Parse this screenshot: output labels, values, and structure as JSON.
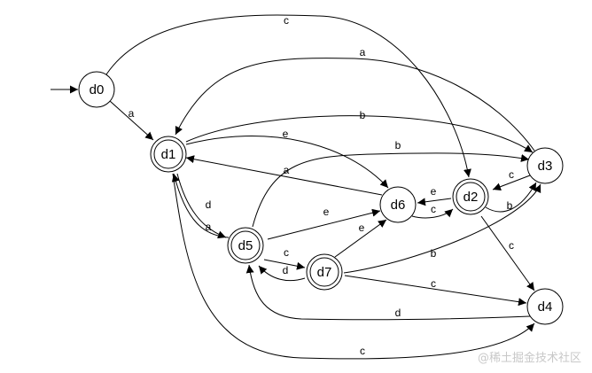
{
  "states": [
    {
      "id": "d0",
      "label": "d0",
      "accepting": false,
      "start": true
    },
    {
      "id": "d1",
      "label": "d1",
      "accepting": true,
      "start": false
    },
    {
      "id": "d2",
      "label": "d2",
      "accepting": true,
      "start": false
    },
    {
      "id": "d3",
      "label": "d3",
      "accepting": false,
      "start": false
    },
    {
      "id": "d4",
      "label": "d4",
      "accepting": false,
      "start": false
    },
    {
      "id": "d5",
      "label": "d5",
      "accepting": true,
      "start": false
    },
    {
      "id": "d6",
      "label": "d6",
      "accepting": false,
      "start": false
    },
    {
      "id": "d7",
      "label": "d7",
      "accepting": true,
      "start": false
    }
  ],
  "transitions": [
    {
      "from": "d0",
      "to": "d2",
      "label": "c"
    },
    {
      "from": "d0",
      "to": "d1",
      "label": "a"
    },
    {
      "from": "d3",
      "to": "d1",
      "label": "a"
    },
    {
      "from": "d1",
      "to": "d3",
      "label": "b"
    },
    {
      "from": "d1",
      "to": "d6",
      "label": "e"
    },
    {
      "from": "d5",
      "to": "d3",
      "label": "b"
    },
    {
      "from": "d6",
      "to": "d1",
      "label": "a"
    },
    {
      "from": "d3",
      "to": "d2",
      "label": "c"
    },
    {
      "from": "d2",
      "to": "d6",
      "label": "e"
    },
    {
      "from": "d6",
      "to": "d2",
      "label": "c"
    },
    {
      "from": "d2",
      "to": "d3",
      "label": "b"
    },
    {
      "from": "d1",
      "to": "d5",
      "label": "d"
    },
    {
      "from": "d5",
      "to": "d1",
      "label": "a"
    },
    {
      "from": "d5",
      "to": "d6",
      "label": "e"
    },
    {
      "from": "d2",
      "to": "d4",
      "label": "c"
    },
    {
      "from": "d5",
      "to": "d7",
      "label": "c"
    },
    {
      "from": "d7",
      "to": "d5",
      "label": "d"
    },
    {
      "from": "d7",
      "to": "d6",
      "label": "e"
    },
    {
      "from": "d7",
      "to": "d3",
      "label": "b"
    },
    {
      "from": "d7",
      "to": "d4",
      "label": "c"
    },
    {
      "from": "d4",
      "to": "d5",
      "label": "d"
    },
    {
      "from": "d1",
      "to": "d4",
      "label": "c"
    }
  ],
  "watermark": "@稀土掘金技术社区"
}
